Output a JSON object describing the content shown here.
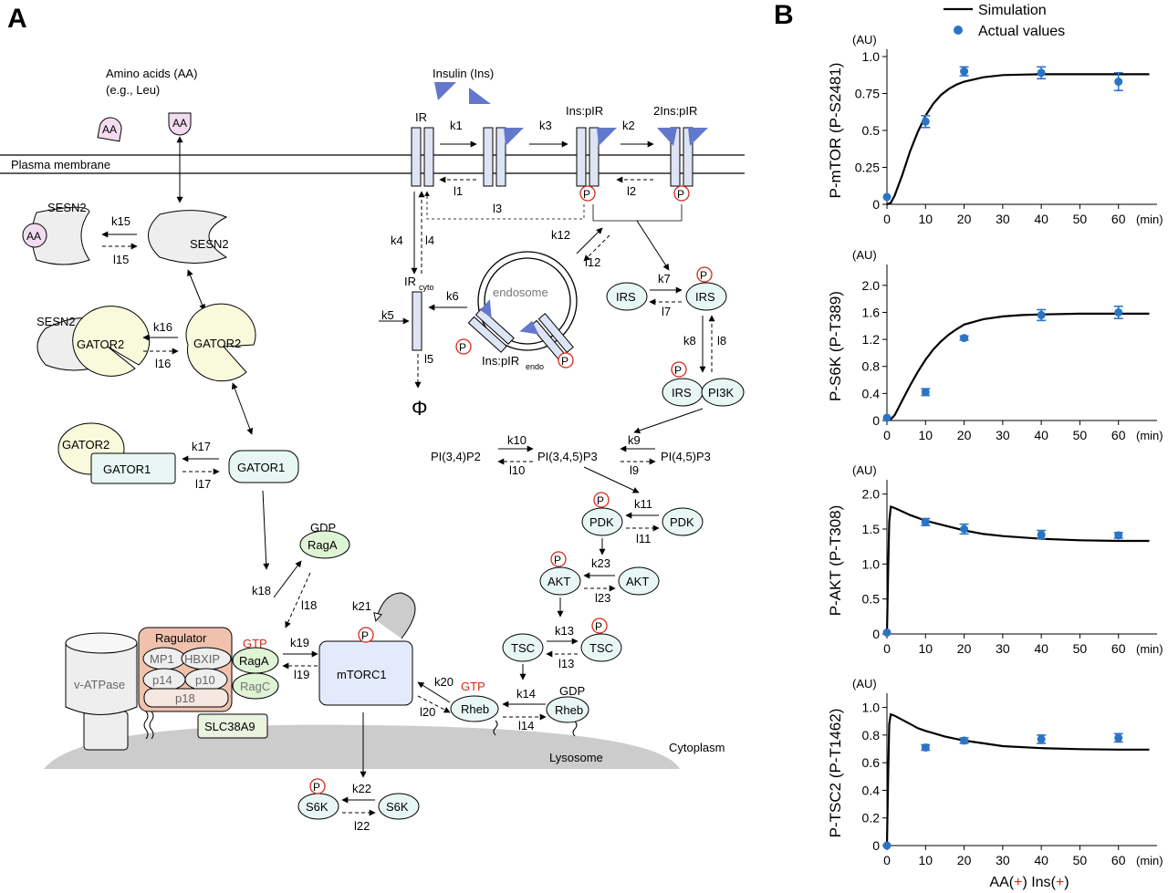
{
  "panel_labels": {
    "a": "A",
    "b": "B"
  },
  "colors": {
    "aa_fill": "#f3dcef",
    "sesn2_fill": "#eeeeee",
    "gator2_fill": "#f9f9dc",
    "teal_fill": "#e8f6f4",
    "gator1_fill": "#e8f7f3",
    "ir_fill": "#dde4f4",
    "triangle": "#6377cc",
    "mtorc1_fill": "#e3eafb",
    "ragulator_fill": "#f0c2ae",
    "ragc_fill": "#dff3d5",
    "slc_fill": "#eaf3df",
    "p_red": "#d62718",
    "lysosome": "#cccccc",
    "point_blue": "#2a74c6"
  },
  "panel_a": {
    "aa_caption_line1": "Amino acids (AA)",
    "aa_caption_line2": "(e.g., Leu)",
    "aa": "AA",
    "insulin": "Insulin (Ins)",
    "plasma_membrane": "Plasma membrane",
    "ir": "IR",
    "ins_pir": "Ins:pIR",
    "two_ins_pir": "2Ins:pIR",
    "p": "P",
    "sesn2": "SESN2",
    "gator2": "GATOR2",
    "gator1": "GATOR1",
    "ir_cyto_main": "IR",
    "ir_cyto_sub": "cyto",
    "endosome": "endosome",
    "ins_pir_endo_main": "Ins:pIR",
    "ins_pir_endo_sub": "endo",
    "phi": "Φ",
    "irs": "IRS",
    "pi3k": "PI3K",
    "pi34p2": "PI(3,4)P2",
    "pi345p3": "PI(3,4,5)P3",
    "pi45p3": "PI(4,5)P3",
    "pdk": "PDK",
    "akt": "AKT",
    "tsc": "TSC",
    "gdp": "GDP",
    "gtp": "GTP",
    "raga": "RagA",
    "ragc": "RagC",
    "ragulator": "Ragulator",
    "mp1": "MP1",
    "hbxip": "HBXIP",
    "p14": "p14",
    "p10": "p10",
    "p18": "p18",
    "slc38a9": "SLC38A9",
    "vatpase": "v-ATPase",
    "mtorc1": "mTORC1",
    "rheb": "Rheb",
    "s6k": "S6K",
    "lysosome": "Lysosome",
    "cytoplasm": "Cytoplasm",
    "rates": {
      "k1": "k1",
      "l1": "l1",
      "k2": "k2",
      "l2": "l2",
      "k3": "k3",
      "l3": "l3",
      "k4": "k4",
      "l4": "l4",
      "k5": "k5",
      "l5": "l5",
      "k6": "k6",
      "k7": "k7",
      "l7": "l7",
      "k8": "k8",
      "l8": "l8",
      "k9": "k9",
      "l9": "l9",
      "k10": "k10",
      "l10": "l10",
      "k11": "k11",
      "l11": "l11",
      "k12": "k12",
      "l12": "l12",
      "k13": "k13",
      "l13": "l13",
      "k14": "k14",
      "l14": "l14",
      "k15": "k15",
      "l15": "l15",
      "k16": "k16",
      "l16": "l16",
      "k17": "k17",
      "l17": "l17",
      "k18": "k18",
      "l18": "l18",
      "k19": "k19",
      "l19": "l19",
      "k20": "k20",
      "l20": "l20",
      "k21": "k21",
      "k22": "k22",
      "l22": "l22",
      "k23": "k23",
      "l23": "l23"
    }
  },
  "panel_b": {
    "legend_simulation": "Simulation",
    "legend_actual": "Actual values",
    "au": "(AU)",
    "min": "(min)",
    "condition_aa": "AA",
    "condition_ins": " Ins",
    "plus": "+",
    "open_paren": "(",
    "close_paren": ")",
    "space": " "
  },
  "chart_data": [
    {
      "type": "line",
      "ylabel": "P-mTOR (P-S2481)",
      "yunit": "(AU)",
      "xunit": "(min)",
      "xlim": [
        0,
        70
      ],
      "ylim": [
        0,
        1.0
      ],
      "xticks": [
        0,
        10,
        20,
        30,
        40,
        50,
        60
      ],
      "yticks": [
        0,
        0.25,
        0.5,
        0.75,
        1.0
      ],
      "ytick_labels": [
        "0",
        "0.25",
        "0.5",
        "0.75",
        "1.0"
      ],
      "series": [
        {
          "name": "Simulation",
          "x": [
            0,
            1,
            2,
            4,
            6,
            8,
            10,
            12,
            14,
            16,
            18,
            20,
            25,
            30,
            35,
            40,
            50,
            60,
            68
          ],
          "y": [
            0,
            0.01,
            0.06,
            0.2,
            0.36,
            0.49,
            0.6,
            0.68,
            0.74,
            0.78,
            0.81,
            0.83,
            0.86,
            0.875,
            0.878,
            0.88,
            0.88,
            0.88,
            0.88
          ]
        },
        {
          "name": "Actual values",
          "x": [
            0,
            10,
            20,
            40,
            60
          ],
          "y": [
            0.05,
            0.56,
            0.9,
            0.89,
            0.83
          ],
          "err": [
            0,
            0.04,
            0.03,
            0.04,
            0.06
          ]
        }
      ]
    },
    {
      "type": "line",
      "ylabel": "P-S6K (P-T389)",
      "yunit": "(AU)",
      "xunit": "(min)",
      "xlim": [
        0,
        70
      ],
      "ylim": [
        0,
        2.2
      ],
      "xticks": [
        0,
        10,
        20,
        30,
        40,
        50,
        60
      ],
      "yticks": [
        0,
        0.4,
        0.8,
        1.2,
        1.6,
        2.0
      ],
      "ytick_labels": [
        "0",
        "0.4",
        "0.8",
        "1.2",
        "1.6",
        "2.0"
      ],
      "series": [
        {
          "name": "Simulation",
          "x": [
            0,
            1,
            2,
            4,
            6,
            8,
            10,
            12,
            14,
            16,
            18,
            20,
            25,
            30,
            35,
            40,
            50,
            60,
            68
          ],
          "y": [
            0,
            0.02,
            0.08,
            0.3,
            0.52,
            0.72,
            0.9,
            1.05,
            1.17,
            1.27,
            1.35,
            1.42,
            1.5,
            1.54,
            1.56,
            1.57,
            1.58,
            1.58,
            1.58
          ]
        },
        {
          "name": "Actual values",
          "x": [
            0,
            10,
            20,
            40,
            60
          ],
          "y": [
            0.04,
            0.42,
            1.22,
            1.56,
            1.6
          ],
          "err": [
            0,
            0.05,
            0.03,
            0.08,
            0.09
          ]
        }
      ]
    },
    {
      "type": "line",
      "ylabel": "P-AKT (P-T308)",
      "yunit": "(AU)",
      "xunit": "(min)",
      "xlim": [
        0,
        70
      ],
      "ylim": [
        0,
        2.1
      ],
      "xticks": [
        0,
        10,
        20,
        30,
        40,
        50,
        60
      ],
      "yticks": [
        0,
        0.5,
        1.0,
        1.5,
        2.0
      ],
      "ytick_labels": [
        "0",
        "0.5",
        "1.0",
        "1.5",
        "2.0"
      ],
      "series": [
        {
          "name": "Simulation",
          "x": [
            0,
            0.3,
            0.6,
            1,
            2,
            4,
            6,
            8,
            10,
            15,
            20,
            25,
            30,
            40,
            50,
            60,
            68
          ],
          "y": [
            0,
            0.9,
            1.6,
            1.82,
            1.8,
            1.75,
            1.7,
            1.66,
            1.62,
            1.55,
            1.48,
            1.43,
            1.4,
            1.36,
            1.34,
            1.33,
            1.33
          ]
        },
        {
          "name": "Actual values",
          "x": [
            0,
            10,
            20,
            40,
            60
          ],
          "y": [
            0.02,
            1.6,
            1.5,
            1.42,
            1.41
          ],
          "err": [
            0,
            0.05,
            0.07,
            0.06,
            0.04
          ]
        }
      ]
    },
    {
      "type": "line",
      "ylabel": "P-TSC2 (P-T1462)",
      "yunit": "(AU)",
      "xunit": "(min)",
      "xlim": [
        0,
        70
      ],
      "ylim": [
        0,
        1.05
      ],
      "xticks": [
        0,
        10,
        20,
        30,
        40,
        50,
        60
      ],
      "yticks": [
        0,
        0.2,
        0.4,
        0.6,
        0.8,
        1.0
      ],
      "ytick_labels": [
        "0",
        "0.2",
        "0.4",
        "0.6",
        "0.8",
        "1.0"
      ],
      "series": [
        {
          "name": "Simulation",
          "x": [
            0,
            0.3,
            0.6,
            1,
            2,
            4,
            6,
            8,
            10,
            15,
            20,
            25,
            30,
            40,
            50,
            60,
            68
          ],
          "y": [
            0,
            0.5,
            0.88,
            0.95,
            0.94,
            0.91,
            0.88,
            0.85,
            0.83,
            0.79,
            0.76,
            0.74,
            0.72,
            0.705,
            0.698,
            0.695,
            0.695
          ]
        },
        {
          "name": "Actual values",
          "x": [
            0,
            10,
            20,
            40,
            60
          ],
          "y": [
            0,
            0.71,
            0.76,
            0.77,
            0.78
          ],
          "err": [
            0,
            0.02,
            0.02,
            0.03,
            0.03
          ]
        }
      ]
    }
  ]
}
